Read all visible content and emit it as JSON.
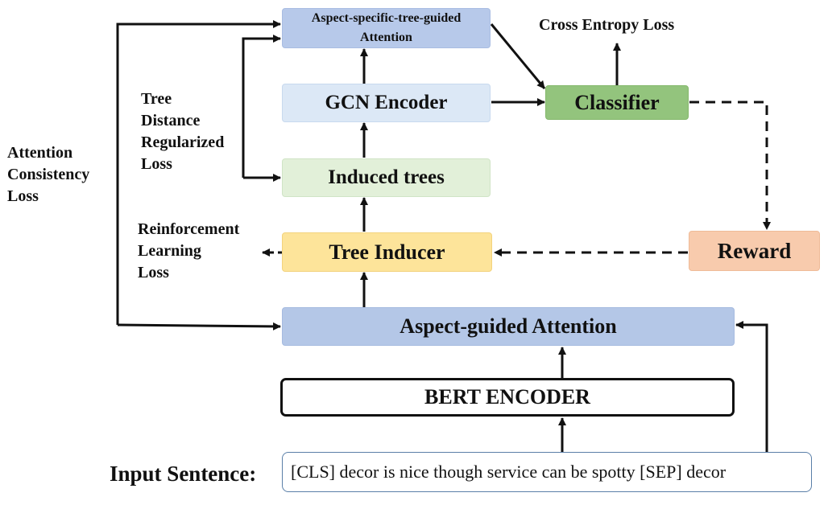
{
  "diagram": {
    "nodes": {
      "aspect_tree_attention": {
        "line1": "Aspect-specific-tree-guided",
        "line2": "Attention",
        "color": "#b7c9ea"
      },
      "gcn_encoder": {
        "label": "GCN Encoder",
        "color": "#dce8f6"
      },
      "induced_trees": {
        "label": "Induced trees",
        "color": "#e2f0d9"
      },
      "tree_inducer": {
        "label": "Tree Inducer",
        "color": "#fde49a"
      },
      "aspect_guided_attention": {
        "label": "Aspect-guided Attention",
        "color": "#b4c7e7"
      },
      "bert_encoder": {
        "label": "BERT ENCODER",
        "color": "#ffffff"
      },
      "classifier": {
        "label": "Classifier",
        "color": "#93c47d"
      },
      "reward": {
        "label": "Reward",
        "color": "#f8cbad"
      },
      "input_sentence": {
        "label": "Input Sentence:",
        "text": "[CLS] decor is nice though service can be spotty [SEP] decor"
      }
    },
    "losses": {
      "cross_entropy": "Cross Entropy Loss",
      "tree_distance": [
        "Tree",
        "Distance",
        "Regularized",
        "Loss"
      ],
      "attention_consistency": [
        "Attention",
        "Consistency",
        "Loss"
      ],
      "reinforcement_learning": [
        "Reinforcement",
        "Learning",
        "Loss"
      ]
    }
  }
}
